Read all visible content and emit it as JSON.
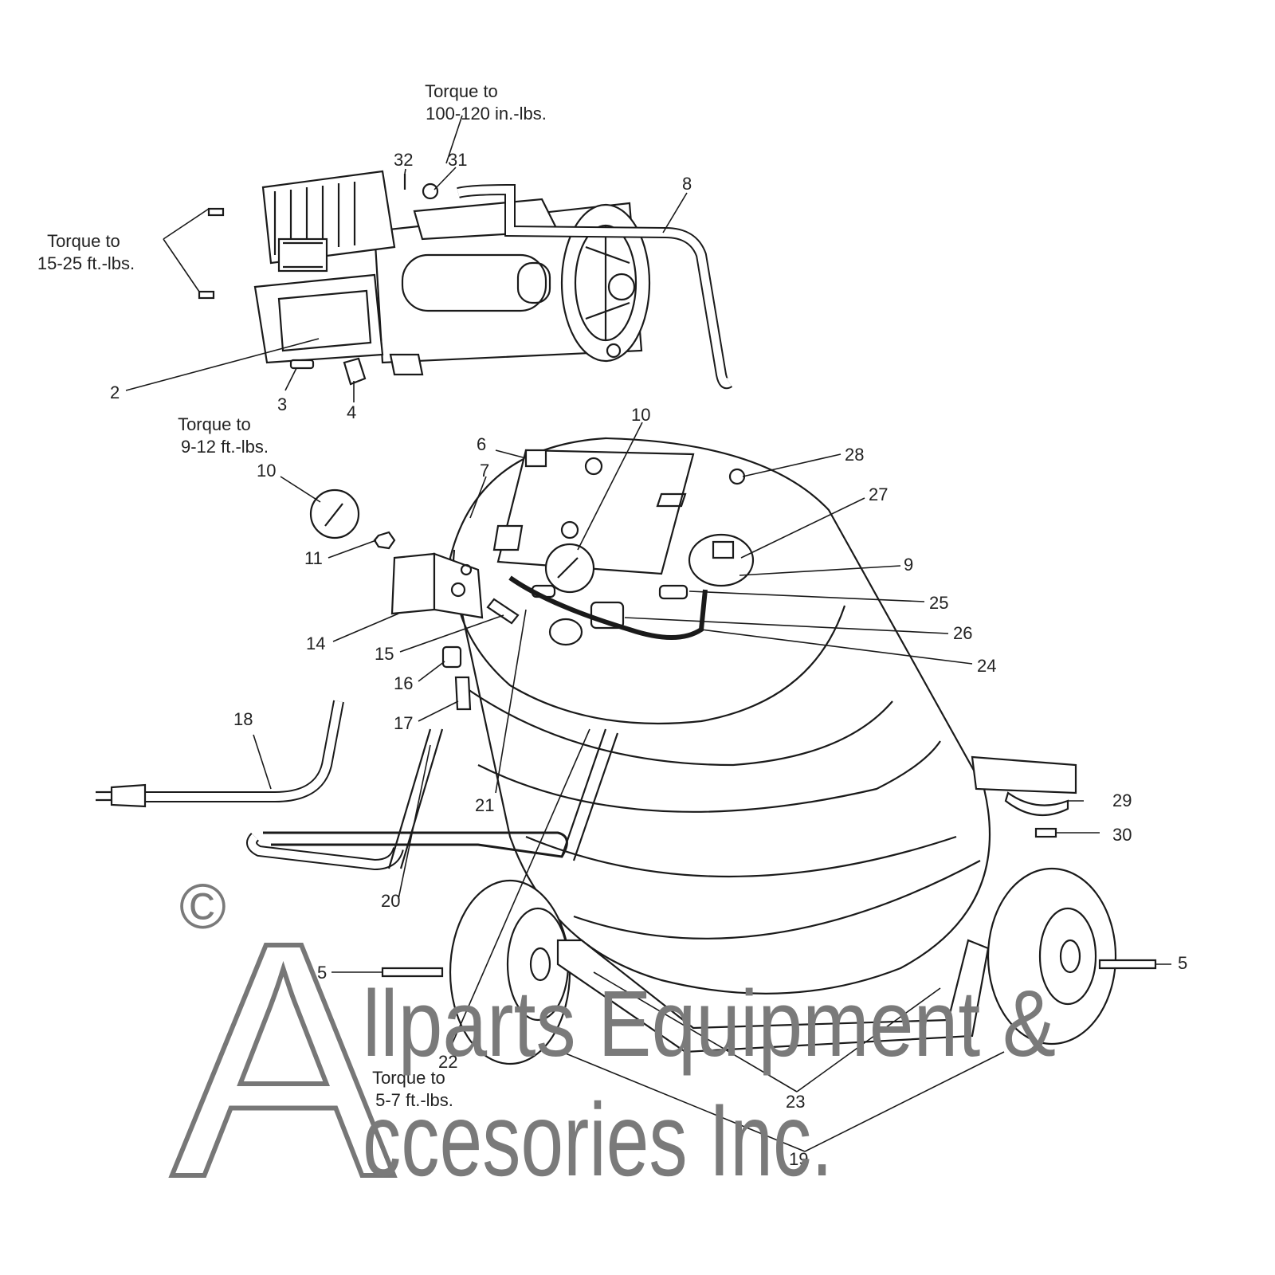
{
  "torque_notes": [
    {
      "id": "torque-31",
      "lines": [
        "Torque to",
        "100-120 in.-lbs."
      ]
    },
    {
      "id": "torque-head",
      "lines": [
        "Torque to",
        "15-25 ft.-lbs."
      ]
    },
    {
      "id": "torque-3",
      "lines": [
        "Torque to",
        "9-12 ft.-lbs."
      ]
    },
    {
      "id": "torque-22",
      "lines": [
        "Torque to",
        "5-7 ft.-lbs."
      ]
    }
  ],
  "callouts": {
    "c2": "2",
    "c3": "3",
    "c4": "4",
    "c5a": "5",
    "c5b": "5",
    "c6": "6",
    "c7": "7",
    "c8": "8",
    "c9": "9",
    "c10a": "10",
    "c10b": "10",
    "c11": "11",
    "c14": "14",
    "c15": "15",
    "c16": "16",
    "c17": "17",
    "c18": "18",
    "c19": "19",
    "c20": "20",
    "c21": "21",
    "c22": "22",
    "c23": "23",
    "c24": "24",
    "c25": "25",
    "c26": "26",
    "c27": "27",
    "c28": "28",
    "c29": "29",
    "c30": "30",
    "c31": "31",
    "c32": "32"
  },
  "watermark": {
    "copyright": "©",
    "initial": "A",
    "line1": "llparts Equipment &",
    "line2": "ccesories Inc."
  }
}
